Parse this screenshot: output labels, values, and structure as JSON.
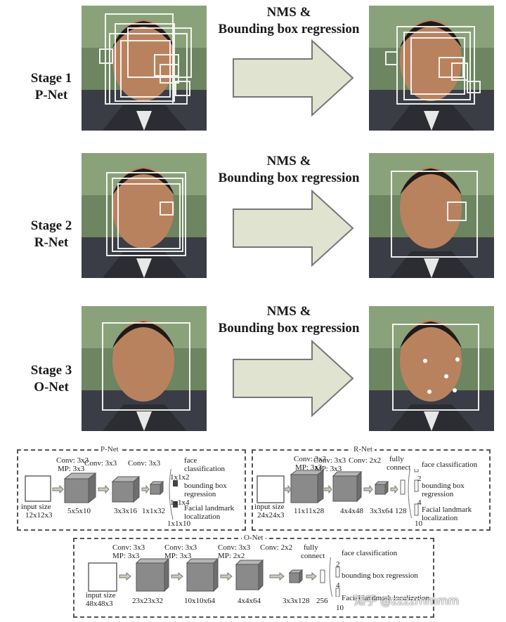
{
  "stages": [
    {
      "line1": "Stage 1",
      "line2": "P-Net",
      "arrow_line1": "NMS &",
      "arrow_line2": "Bounding box regression"
    },
    {
      "line1": "Stage 2",
      "line2": "R-Net",
      "arrow_line1": "NMS &",
      "arrow_line2": "Bounding box regression"
    },
    {
      "line1": "Stage 3",
      "line2": "O-Net",
      "arrow_line1": "NMS &",
      "arrow_line2": "Bounding box regression"
    }
  ],
  "pnet": {
    "title": "P-Net",
    "conv1": "Conv: 3x3",
    "mp1": "MP: 3x3",
    "conv2": "Conv: 3x3",
    "conv3": "Conv: 3x3",
    "input_line1": "input size",
    "input_line2": "12x12x3",
    "size1": "5x5x10",
    "size2": "3x3x16",
    "size3": "1x1x32",
    "out1_dim": "1x1x2",
    "out1_line1": "face",
    "out1_line2": "classification",
    "out2_dim": "1x1x4",
    "out2_line1": "bounding box",
    "out2_line2": "regression",
    "out3_dim": "1x1x10",
    "out3_line1": "Facial landmark",
    "out3_line2": "localization"
  },
  "rnet": {
    "title": "R-Net",
    "conv1": "Conv: 3x3",
    "mp1": "MP: 3x3",
    "conv2": "Conv: 3x3",
    "mp2": "MP: 3x3",
    "conv3": "Conv: 2x2",
    "fc_line1": "fully",
    "fc_line2": "connect",
    "input_line1": "input size",
    "input_line2": "24x24x3",
    "size1": "11x11x28",
    "size2": "4x4x48",
    "size3": "3x3x64",
    "size4": "128",
    "out1": "face classification",
    "out1_dim": "2",
    "out2_line1": "bounding box",
    "out2_line2": "regression",
    "out2_dim": "4",
    "out3_line1": "Facial landmark",
    "out3_line2": "localization",
    "out3_dim": "10"
  },
  "onet": {
    "title": "O-Net",
    "conv1": "Conv: 3x3",
    "mp1": "MP: 3x3",
    "conv2": "Conv: 3x3",
    "mp2": "MP: 3x3",
    "conv3": "Conv: 3x3",
    "mp3": "MP: 2x2",
    "conv4": "Conv: 2x2",
    "fc_line1": "fully",
    "fc_line2": "connect",
    "input_line1": "input size",
    "input_line2": "48x48x3",
    "size1": "23x23x32",
    "size2": "10x10x64",
    "size3": "4x4x64",
    "size4": "3x3x128",
    "size5": "256",
    "out1": "face classification",
    "out1_dim": "2",
    "out2": "bounding box regression",
    "out2_dim": "4",
    "out3": "Facial landmark localization",
    "out3_dim": "10"
  },
  "watermark": "知乎 @zzzzmmmm",
  "colors": {
    "arrow_fill": "#dfe3d0",
    "arrow_stroke": "#777777",
    "box_white": "#ffffff",
    "cube_face": "#8a8a8a"
  }
}
